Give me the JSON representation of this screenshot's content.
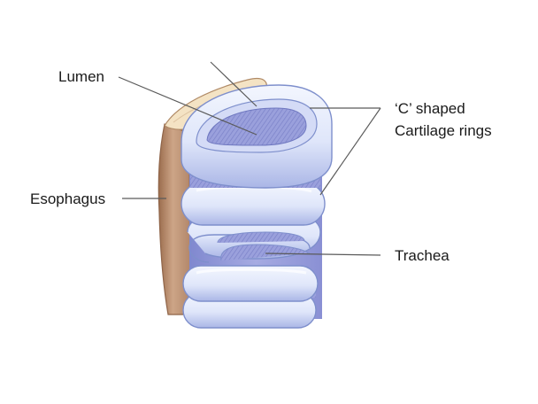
{
  "labels": {
    "lumen": "Lumen",
    "c_shaped": "‘C’ shaped",
    "cartilage_rings": "Cartilage rings",
    "esophagus": "Esophagus",
    "trachea": "Trachea"
  },
  "colors": {
    "ring_fill": "#e4ebfb",
    "ring_edge": "#7e8fcc",
    "ring_shadow": "#aeb9e8",
    "lumen_inner": "#8c92d8",
    "esophagus": "#c9a184",
    "esophagus_edge": "#8f6448",
    "esophagus_top": "#f4e3c4",
    "leader_line": "#5a5a5a"
  }
}
